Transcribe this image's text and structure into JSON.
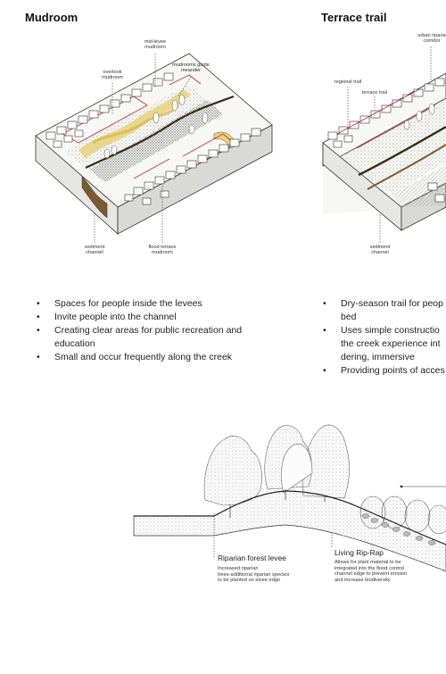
{
  "panels": {
    "mudroom": {
      "title": "Mudroom",
      "labels": {
        "mid_levee": "mid-levee\nmudroom",
        "overlook": "overlook\nmudroom",
        "guide": "mudrooms guide\nmeander",
        "sediment": "sediment\nchannel",
        "flood": "flood terrace\nmudroom"
      },
      "bullets": [
        "Spaces for people inside the levees",
        "Invite people into the channel",
        "Creating clear areas for public recreation and education",
        "Small and occur frequently along the creek"
      ]
    },
    "terrace": {
      "title": "Terrace trail",
      "labels": {
        "urban": "urban riparia\ncorridor",
        "regional": "regional trail",
        "terrace": "terrace trail",
        "sediment": "sediment\nchannel"
      },
      "bullets": [
        "Dry-season trail for peop bed",
        "Uses simple constructio the creek experience int dering, immersive",
        "Providing points of acces"
      ]
    }
  },
  "section": {
    "riparian": {
      "heading": "Riparian forest levee",
      "text": "Increased riparian\ntrees-additional riparian species\nto be planted on elvee edge"
    },
    "riprap": {
      "heading": "Living Rip-Rap",
      "text": "Allows for plant material to be\nintegrated into the flood control\nchannel edge to prevent erosion\nand increase biodiversity"
    }
  },
  "colors": {
    "ink": "#333333",
    "water_yellow": "#e8d27a",
    "trail_red": "#c8323c",
    "earth": "#7a5a2e"
  }
}
